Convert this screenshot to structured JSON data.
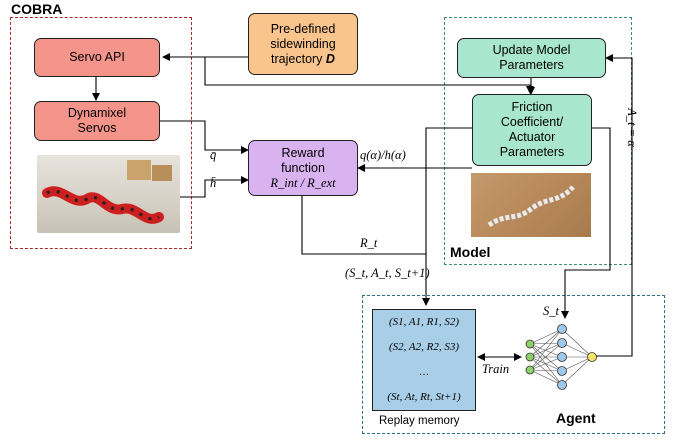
{
  "cobra": {
    "title": "COBRA"
  },
  "model": {
    "title": "Model"
  },
  "agent": {
    "title": "Agent"
  },
  "nodes": {
    "servo_api": "Servo API",
    "dynamixel_l1": "Dynamixel",
    "dynamixel_l2": "Servos",
    "predefined_l1": "Pre-defined",
    "predefined_l2": "sidewinding",
    "predefined_l3": "trajectory",
    "predefined_symbol": "D",
    "update_model_l1": "Update Model",
    "update_model_l2": "Parameters",
    "friction_l1": "Friction",
    "friction_l2": "Coefficient/",
    "friction_l3": "Actuator",
    "friction_l4": "Parameters",
    "reward_l1": "Reward",
    "reward_l2": "function",
    "reward_formula": "R_int / R_ext"
  },
  "signals": {
    "q_bar": "q̄",
    "h_bar": "h̄",
    "q_over_h": "q(α)/h(α)",
    "R_t": "R_t",
    "transition": "(S_t, A_t, S_t+1)",
    "S_t": "S_t",
    "train": "Train",
    "action": "A_t = α"
  },
  "replay_memory": {
    "label": "Replay memory",
    "rows": [
      "(S1, A1, R1, S2)",
      "(S2, A2, R2, S3)",
      "…",
      "(St, At, Rt, St+1)"
    ]
  },
  "colors": {
    "cobra_border": "#a52a2a",
    "model_border": "#3a8f7d",
    "agent_border": "#2f6f8f",
    "servo_fill": "#f4948a",
    "predefined_fill": "#f9c58c",
    "model_box_fill": "#a8e6cf",
    "reward_fill": "#d9b3f0",
    "memory_fill": "#a9cfe8"
  }
}
